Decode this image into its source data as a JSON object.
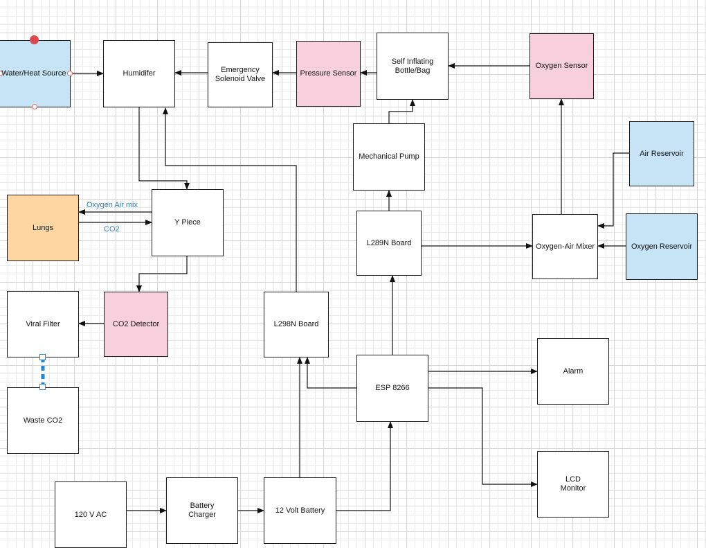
{
  "diagram": {
    "nodes": {
      "water_heat_source": "Water/Heat Source",
      "humidifer": "Humidifer",
      "emergency_solenoid_valve": "Emergency\nSolenoid Valve",
      "pressure_sensor": "Pressure Sensor",
      "self_inflating_bag": "Self Inflating\nBottle/Bag",
      "oxygen_sensor": "Oxygen Sensor",
      "mechanical_pump": "Mechanical Pump",
      "air_reservoir": "Air Reservoir",
      "lungs": "Lungs",
      "y_piece": "Y Piece",
      "l289n_board": "L289N Board",
      "oxygen_air_mixer": "Oxygen-Air Mixer",
      "oxygen_reservoir": "Oxygen Reservoir",
      "viral_filter": "Viral Filter",
      "co2_detector": "CO2 Detector",
      "l298n_board": "L298N Board",
      "esp8266": "ESP 8266",
      "alarm": "Alarm",
      "waste_co2": "Waste CO2",
      "lcd_monitor": "LCD\nMonitor",
      "ac_120v": "120 V AC",
      "battery_charger": "Battery\nCharger",
      "battery_12v": "12 Volt Battery"
    },
    "edge_labels": {
      "oxygen_air_mix": "Oxygen Air mix",
      "co2": "CO2"
    },
    "colors": {
      "sensor_pink": "#f8d0dd",
      "reservoir_blue": "#c6e4f5",
      "lungs_orange": "#fdd6a2",
      "edge_label_blue": "#2b83c3",
      "selection_blue": "#1f8ad8",
      "handle_red": "#e0484f"
    }
  }
}
